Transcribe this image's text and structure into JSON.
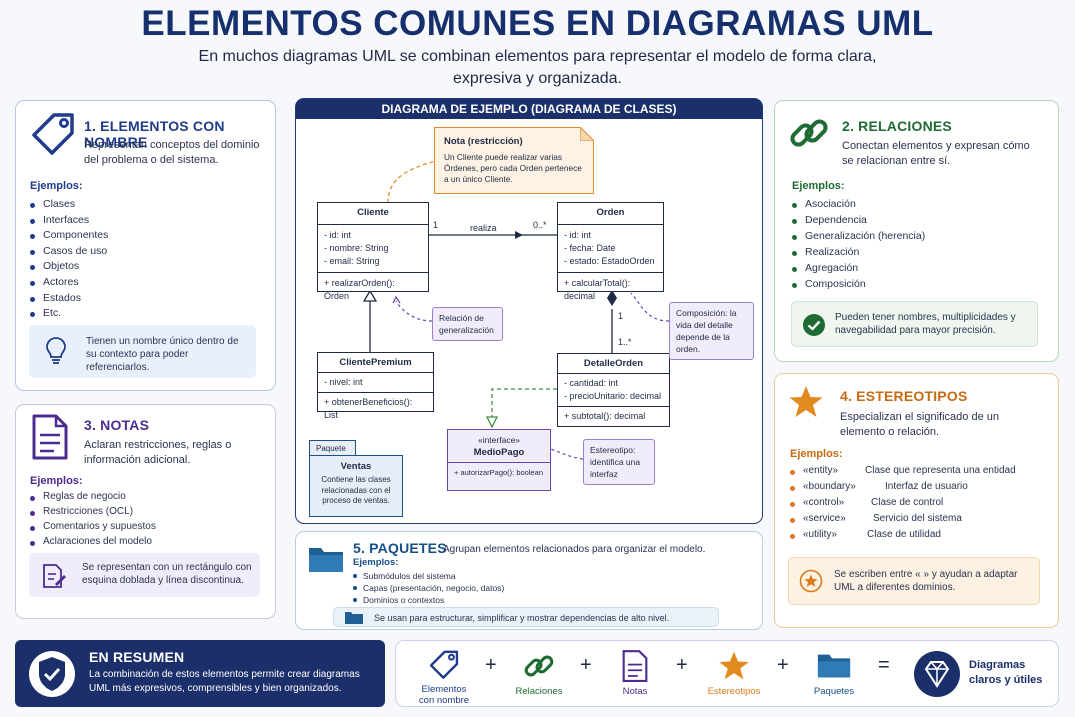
{
  "title": "ELEMENTOS COMUNES EN DIAGRAMAS UML",
  "subtitle": "En muchos diagramas UML se combinan elementos para representar el modelo de forma clara, expresiva y organizada.",
  "colors": {
    "navy": "#1b2f6b",
    "blue": "#1f3b8a",
    "purple": "#4d2c91",
    "green": "#1e6b34",
    "orange": "#d97b1a",
    "teal": "#164f86"
  },
  "card1": {
    "title": "1. ELEMENTOS CON NOMBRE",
    "icon": "tag-icon",
    "desc": "Representan conceptos del dominio del problema o del sistema.",
    "examples_title": "Ejemplos:",
    "items": [
      "Clases",
      "Interfaces",
      "Componentes",
      "Casos de uso",
      "Objetos",
      "Actores",
      "Estados",
      "Etc."
    ],
    "note_icon": "lightbulb-icon",
    "note": "Tienen un nombre único dentro de su contexto para poder referenciarlos."
  },
  "card3": {
    "title": "3. NOTAS",
    "icon": "document-icon",
    "desc": "Aclaran restricciones, reglas o información adicional.",
    "examples_title": "Ejemplos:",
    "items": [
      "Reglas de negocio",
      "Restricciones (OCL)",
      "Comentarios y supuestos",
      "Aclaraciones del modelo"
    ],
    "note_icon": "note-pen-icon",
    "note": "Se representan con un rectángulo con esquina doblada y línea discontinua."
  },
  "card2": {
    "title": "2. RELACIONES",
    "icon": "chain-link-icon",
    "desc": "Conectan elementos y expresan cómo se relacionan entre sí.",
    "examples_title": "Ejemplos:",
    "items": [
      "Asociación",
      "Dependencia",
      "Generalización (herencia)",
      "Realización",
      "Agregación",
      "Composición"
    ],
    "note_icon": "check-circle-icon",
    "note": "Pueden tener nombres, multiplicidades y navegabilidad para mayor precisión."
  },
  "card4": {
    "title": "4. ESTEREOTIPOS",
    "icon": "star-icon",
    "desc": "Especializan el significado de un elemento o relación.",
    "examples_title": "Ejemplos:",
    "items": [
      {
        "key": "«entity»",
        "value": "Clase que representa una entidad"
      },
      {
        "key": "«boundary»",
        "value": "Interfaz de usuario"
      },
      {
        "key": "«control»",
        "value": "Clase de control"
      },
      {
        "key": "«service»",
        "value": "Servicio del sistema"
      },
      {
        "key": "«utility»",
        "value": "Clase de utilidad"
      }
    ],
    "note_icon": "star-badge-icon",
    "note": "Se escriben entre « » y ayudan a adaptar UML a diferentes dominios."
  },
  "card5": {
    "title": "5. PAQUETES",
    "icon": "folder-icon",
    "desc": "Agrupan elementos relacionados para organizar el modelo.",
    "examples_title": "Ejemplos:",
    "items": [
      "Submódulos del sistema",
      "Capas (presentación, negocio, datos)",
      "Dominios o contextos"
    ],
    "note_icon": "folder-small-icon",
    "note": "Se usan para estructurar, simplificar y mostrar dependencias de alto nivel."
  },
  "diagram": {
    "header": "DIAGRAMA DE EJEMPLO (DIAGRAMA DE CLASES)",
    "note_title": "Nota (restricción)",
    "note_text": "Un Cliente puede realizar varias Órdenes, pero cada Orden pertenece a un único Cliente.",
    "cliente": {
      "name": "Cliente",
      "attrs": [
        "- id: int",
        "- nombre: String",
        "- email: String"
      ],
      "ops": [
        "+ realizarOrden(): Orden"
      ]
    },
    "orden": {
      "name": "Orden",
      "attrs": [
        "- id: int",
        "- fecha: Date",
        "- estado: EstadoOrden"
      ],
      "ops": [
        "+ calcularTotal(): decimal"
      ]
    },
    "premium": {
      "name": "ClientePremium",
      "attrs": [
        "- nivel: int"
      ],
      "ops": [
        "+ obtenerBeneficios(): List"
      ]
    },
    "detalle": {
      "name": "DetalleOrden",
      "attrs": [
        "- cantidad: int",
        "- precioUnitario: decimal"
      ],
      "ops": [
        "+ subtotal(): decimal"
      ]
    },
    "interface": {
      "stereotype": "«interface»",
      "name": "MedioPago",
      "ops": [
        "+ autorizarPago(): boolean"
      ]
    },
    "assoc_label": "realiza",
    "mult_cliente": "1",
    "mult_orden": "0..*",
    "mult_comp_top": "1",
    "mult_comp_bottom": "1..*",
    "gen_callout": "Relación de generalización",
    "comp_callout": "Composición: la vida del detalle depende de la orden.",
    "stereo_callout": "Estereotipo: identifica una interfaz",
    "package_tab": "Paquete",
    "package_name": "Ventas",
    "package_text": "Contiene las clases relacionadas con el proceso de ventas."
  },
  "summary": {
    "icon": "shield-check-icon",
    "title": "EN RESUMEN",
    "text": "La combinación de estos elementos permite crear diagramas UML más expresivos, comprensibles y bien organizados."
  },
  "formula": {
    "items": [
      {
        "icon": "tag-icon",
        "label": "Elementos con nombre"
      },
      {
        "icon": "chain-link-icon",
        "label": "Relaciones"
      },
      {
        "icon": "document-icon",
        "label": "Notas"
      },
      {
        "icon": "star-icon",
        "label": "Estereotipos"
      },
      {
        "icon": "folder-icon",
        "label": "Paquetes"
      }
    ],
    "plus": "+",
    "equals": "=",
    "result_icon": "diamond-gem-icon",
    "result": "Diagramas claros y útiles"
  }
}
